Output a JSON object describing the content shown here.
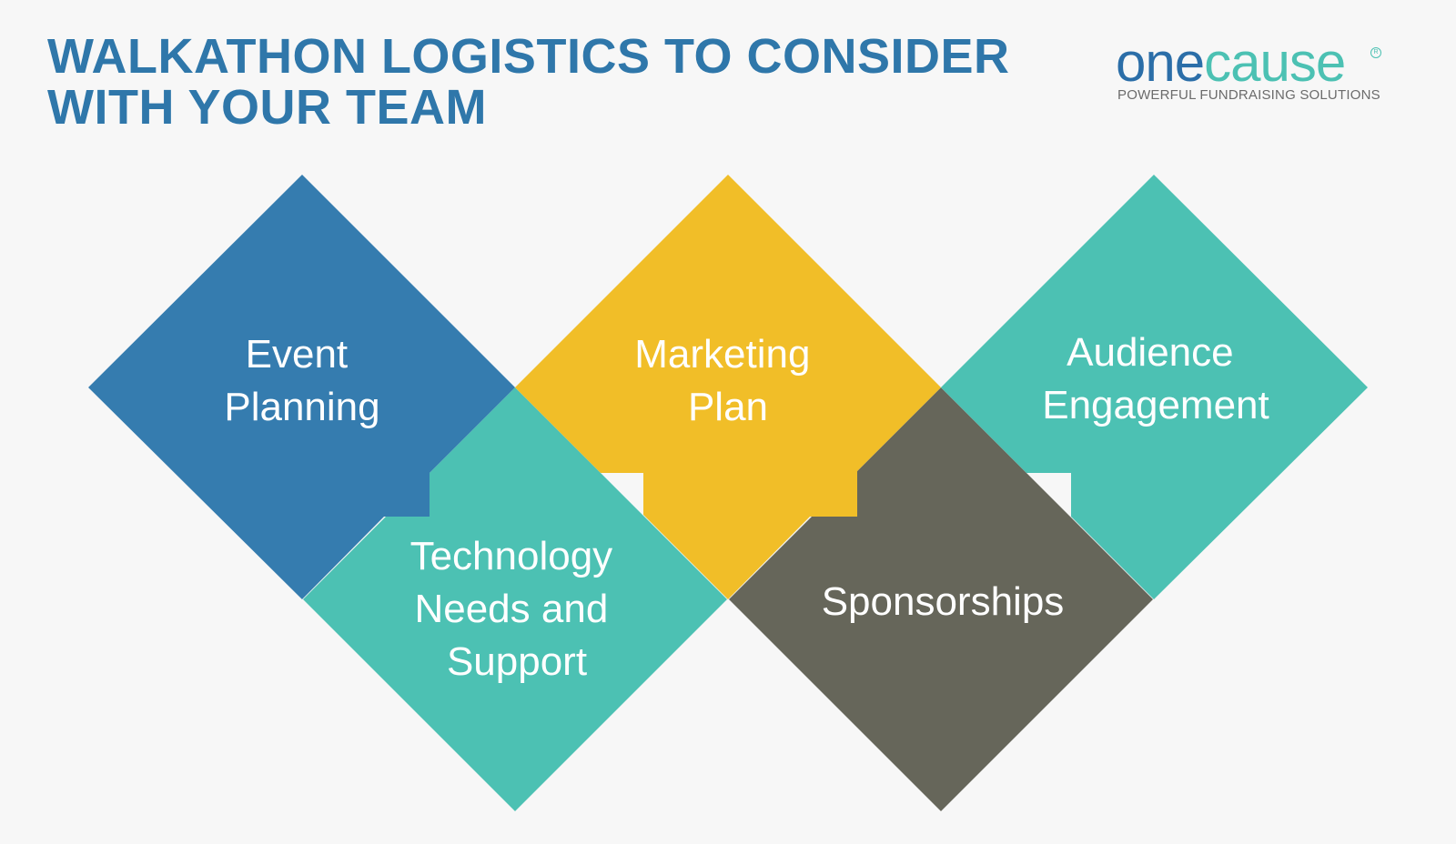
{
  "header": {
    "title_line1": "WALKATHON LOGISTICS TO CONSIDER",
    "title_line2": "WITH YOUR TEAM"
  },
  "logo": {
    "word_one": "one",
    "word_cause": "cause",
    "registered_mark": "R",
    "tagline": "POWERFUL FUNDRAISING SOLUTIONS"
  },
  "colors": {
    "blue": "#357caf",
    "yellow": "#f1be28",
    "teal": "#4cc1b3",
    "gray": "#66665a",
    "title": "#2f77aa",
    "background": "#f7f7f7"
  },
  "diagram": {
    "items": [
      {
        "lines": [
          "Event",
          "Planning"
        ],
        "color": "blue"
      },
      {
        "lines": [
          "Marketing",
          "Plan"
        ],
        "color": "yellow"
      },
      {
        "lines": [
          "Audience",
          "Engagement"
        ],
        "color": "teal"
      },
      {
        "lines": [
          "Technology",
          "Needs and",
          "Support"
        ],
        "color": "teal"
      },
      {
        "lines": [
          "Sponsorships"
        ],
        "color": "gray"
      }
    ]
  }
}
